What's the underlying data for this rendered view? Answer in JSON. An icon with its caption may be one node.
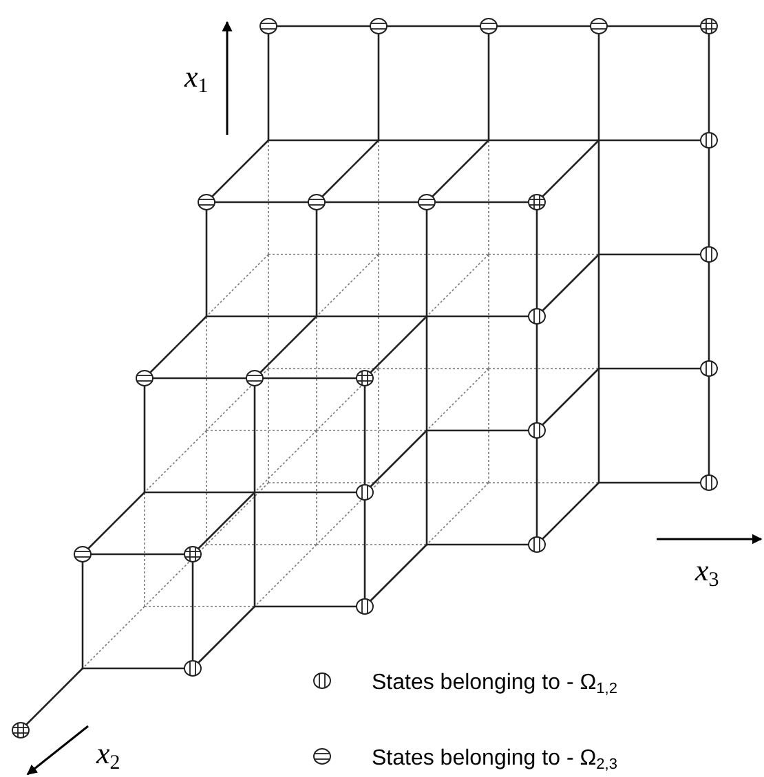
{
  "diagram": {
    "labels": [
      "*x*$_{1}$",
      "*x*$_{3}$",
      "*x*$_{2}$"
    ],
    "legend": [
      {
        "text": "States belonging to - Ω$_{1,2}$"
      },
      {
        "text": "States belonging to - Ω$_{2,3}$"
      }
    ]
  }
}
